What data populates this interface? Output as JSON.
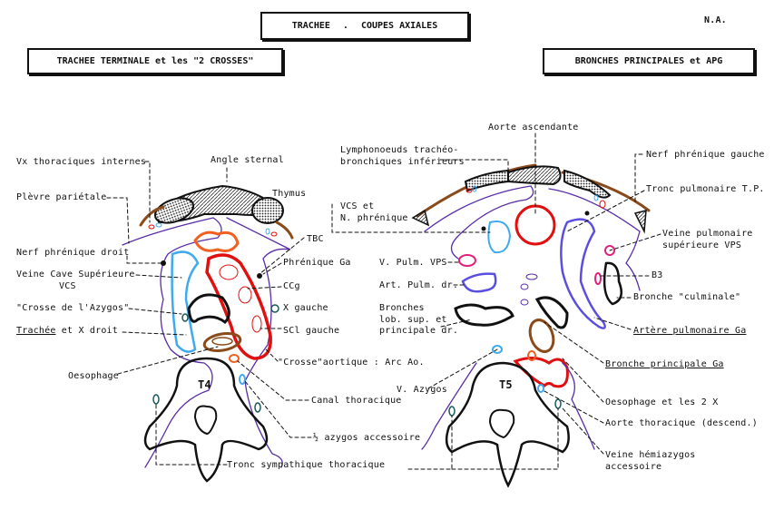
{
  "header": {
    "title_part1": "TRACHEE",
    "title_dot": ".",
    "title_part2": "COUPES AXIALES",
    "author": "N.A.",
    "left_section": "TRACHEE TERMINALE et les \"2 CROSSES\"",
    "right_section": "BRONCHES PRINCIPALES et APG"
  },
  "left_labels": {
    "vx_thoraciques": "Vx thoraciques internes",
    "angle_sternal": "Angle sternal",
    "thymus": "Thymus",
    "plevre": "Plèvre pariétale",
    "tbc": "TBC",
    "nerf_phrenique_droit": "Nerf phrénique droit",
    "phrenique_ga": "Phrénique Ga",
    "vcs_line1": "Veine Cave Supérieure",
    "vcs_line2": "VCS",
    "ccg": "CCg",
    "x_gauche": "X gauche",
    "crosse_azygos": "\"Crosse de l'Azygos\"",
    "scl_gauche": "SCl gauche",
    "trachee": "Trachée",
    "x_droit": "et X droit",
    "crosse_aortique": "\"Crosse\"aortique : Arc Ao.",
    "oesophage": "Oesophage",
    "vertebra": "T4",
    "canal_thoracique": "Canal  thoracique",
    "demi_azygos": "½ azygos accessoire",
    "tronc_sympathique": "Tronc  sympathique  thoracique"
  },
  "right_labels": {
    "aorte_ascendante": "Aorte ascendante",
    "lymph_line1": "Lymphonoeuds trachéo-",
    "lymph_line2": "bronchiques inférieurs",
    "nerf_phrenique_gauche": "Nerf phrénique gauche",
    "tronc_pulmonaire": "Tronc pulmonaire T.P.",
    "vcs_et": "VCS  et",
    "n_phrenique": "N. phrénique",
    "vps_line1": "Veine pulmonaire",
    "vps_line2": "supérieure  VPS",
    "v_pulm_vps": "V. Pulm. VPS",
    "art_pulm_dr": "Art. Pulm. dr.",
    "b3": "B3",
    "bronche_culminale": "Bronche \"culminale\"",
    "bronches_line1": "Bronches",
    "bronches_line2": "lob. sup. et",
    "bronches_line3": "principale dr.",
    "artere_pulm_ga": "Artère pulmonaire Ga",
    "bronche_principale_ga": "Bronche principale Ga",
    "v_azygos": "V. Azygos",
    "vertebra": "T5",
    "oesophage_2x": "Oesophage et les 2 X",
    "aorte_thoracique": "Aorte thoracique (descend.)",
    "hemiazygos_line1": "Veine hémiazygos",
    "hemiazygos_line2": "accessoire"
  },
  "colors": {
    "artery": "#e01010",
    "vein": "#40aaee",
    "pleura": "#5a2ea6",
    "pulmonary_artery": "#5a4ee0",
    "esophagus": "#8a4a1a",
    "pulmonary_vein": "#e0207a",
    "lymph": "#f06020"
  }
}
